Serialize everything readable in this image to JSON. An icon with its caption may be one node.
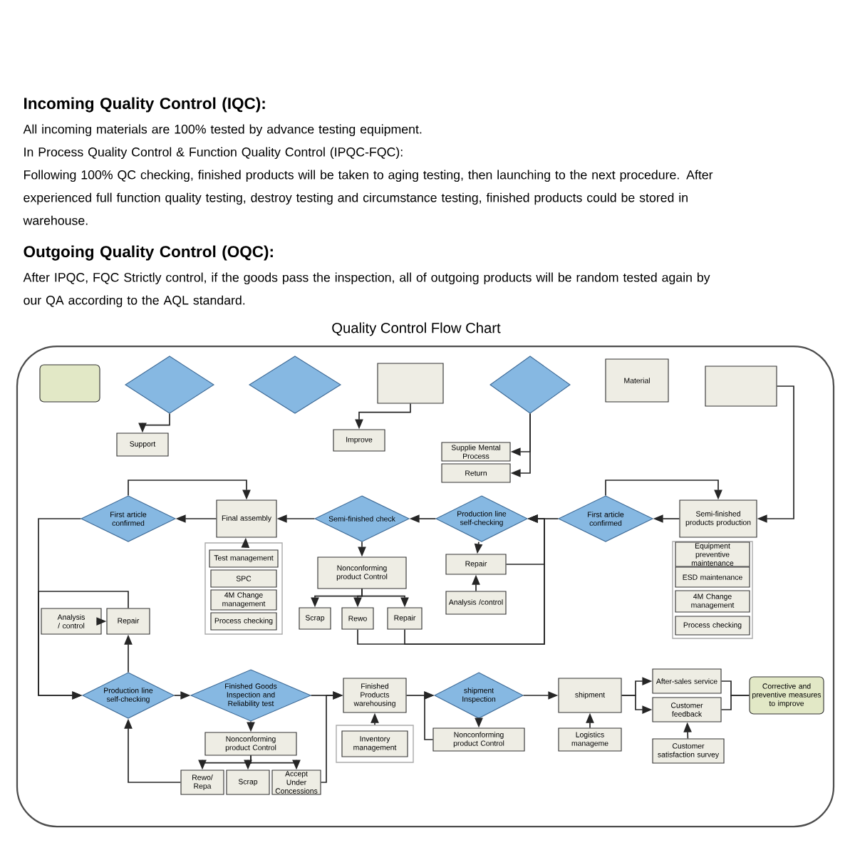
{
  "diagram": {
    "title": "Quality Control Flow Chart",
    "nodes": [
      {
        "text": [],
        "shape": "box"
      },
      {
        "text": [],
        "shape": "diamond"
      },
      {
        "text": [],
        "shape": "diamond"
      },
      {
        "text": [],
        "shape": "box"
      },
      {
        "text": [],
        "shape": "diamond"
      },
      {
        "text": [
          "Material"
        ]
      },
      {
        "text": [],
        "shape": "box"
      },
      {
        "text": [
          "Support"
        ]
      },
      {
        "text": [
          "Improve"
        ]
      },
      {
        "text": [
          "Supplie Mental Process"
        ]
      },
      {
        "text": [
          "Return"
        ]
      },
      {
        "text": [
          "First article confirmed"
        ]
      },
      {
        "text": [
          "Final assembly"
        ]
      },
      {
        "text": [
          "Semi-finished check"
        ]
      },
      {
        "text": [
          "Production line self-checking"
        ]
      },
      {
        "text": [
          "First article confirmed"
        ]
      },
      {
        "text": [
          "Semi-finished products production"
        ]
      },
      {
        "text": [],
        "shape": "box"
      },
      {
        "text": [
          "Test management"
        ],
        "in": 17
      },
      {
        "text": [
          "SPC"
        ],
        "in": 17
      },
      {
        "text": [
          "4M Change management"
        ],
        "in": 17
      },
      {
        "text": [
          "Process checking"
        ],
        "in": 17
      },
      {
        "text": [],
        "shape": "box"
      },
      {
        "text": [
          "Equipment preventive maintenance"
        ],
        "in": 22
      },
      {
        "text": [
          "ESD maintenance"
        ],
        "in": 22
      },
      {
        "text": [
          "4M Change management"
        ],
        "in": 22
      },
      {
        "text": [
          "Process checking"
        ],
        "in": 22
      },
      {
        "text": [
          "Nonconforming product Control"
        ]
      },
      {
        "text": [
          "Scrap"
        ]
      },
      {
        "text": [
          "Rewo"
        ]
      },
      {
        "text": [
          "Repair"
        ]
      },
      {
        "text": [
          "Repair"
        ]
      },
      {
        "text": [
          "Analysis /control"
        ]
      },
      {
        "text": [
          "Analysis / control"
        ]
      },
      {
        "text": [
          "Repair"
        ]
      },
      {
        "text": [
          "Production line self-checking"
        ]
      },
      {
        "text": [
          "Finished Goods Inspection and Reliability test"
        ]
      },
      {
        "text": [
          "Finished Products warehousing"
        ]
      },
      {
        "text": [],
        "shape": "box"
      },
      {
        "text": [
          "Inventory management"
        ],
        "in": 38
      },
      {
        "text": [
          "shipment Inspection"
        ]
      },
      {
        "text": [
          "Nonconforming product Control"
        ]
      },
      {
        "text": [
          "shipment"
        ]
      },
      {
        "text": [
          "Logistics manageme"
        ]
      },
      {
        "text": [
          "After-sales service"
        ]
      },
      {
        "text": [
          "Customer feedback"
        ]
      },
      {
        "text": [
          "Customer satisfaction survey"
        ]
      },
      {
        "text": [
          "Corrective and preventive measures to improve"
        ]
      },
      {
        "text": [
          "Nonconforming product Control"
        ]
      },
      {
        "text": [
          "Rewo/ Repa"
        ]
      },
      {
        "text": [
          "Scrap"
        ]
      },
      {
        "text": [
          "Accept Under Concessions"
        ]
      }
    ],
    "edges": [
      {
        "from": 1,
        "to": 7,
        "arrow": "to"
      },
      {
        "from": 3,
        "to": 8,
        "arrow": "to"
      },
      {
        "from": 4,
        "to": 9,
        "arrow": "to"
      },
      {
        "from": 4,
        "to": 10,
        "arrow": "to"
      },
      {
        "from": 6,
        "to": 16,
        "arrow": "to"
      },
      {
        "from": 16,
        "to": 15,
        "arrow": "to"
      },
      {
        "from": 15,
        "to": 16,
        "arrow": "to"
      },
      {
        "from": 15,
        "to": 14,
        "arrow": "to"
      },
      {
        "from": 14,
        "to": 13,
        "arrow": "to"
      },
      {
        "from": 13,
        "to": 12,
        "arrow": "to"
      },
      {
        "from": 12,
        "to": 11,
        "arrow": "to"
      },
      {
        "from": 11,
        "to": 12,
        "arrow": "to"
      },
      {
        "from": 17,
        "to": 12,
        "arrow": "to"
      },
      {
        "from": 13,
        "to": 27,
        "arrow": "to"
      },
      {
        "from": 27,
        "to": 28,
        "arrow": "to"
      },
      {
        "from": 27,
        "to": 29,
        "arrow": "to"
      },
      {
        "from": 27,
        "to": 30,
        "arrow": "to"
      },
      {
        "from": 29,
        "to": 14,
        "arrow": "to"
      },
      {
        "from": 30,
        "to": 14,
        "arrow": "to"
      },
      {
        "from": 31,
        "to": 14,
        "arrow": "to"
      },
      {
        "from": 14,
        "to": 31,
        "arrow": "to"
      },
      {
        "from": 32,
        "to": 31,
        "arrow": "to"
      },
      {
        "from": 33,
        "to": 34,
        "arrow": "to"
      },
      {
        "from": 34,
        "to": 35,
        "arrow": "to"
      },
      {
        "from": 11,
        "to": 35,
        "arrow": "to"
      },
      {
        "from": 35,
        "to": 34,
        "arrow": "to"
      },
      {
        "from": 49,
        "to": 35,
        "arrow": "to"
      },
      {
        "from": 35,
        "to": 36,
        "arrow": "to"
      },
      {
        "from": 36,
        "to": 48,
        "arrow": "to"
      },
      {
        "from": 48,
        "to": 49,
        "arrow": "to"
      },
      {
        "from": 48,
        "to": 50,
        "arrow": "to"
      },
      {
        "from": 48,
        "to": 51,
        "arrow": "to"
      },
      {
        "from": 36,
        "to": 37,
        "arrow": "to"
      },
      {
        "from": 51,
        "to": 37,
        "arrow": "to"
      },
      {
        "from": 38,
        "to": 37,
        "arrow": "to"
      },
      {
        "from": 37,
        "to": 40,
        "arrow": "to"
      },
      {
        "from": 40,
        "to": 41,
        "arrow": "to"
      },
      {
        "from": 41,
        "to": 40,
        "arrow": "to"
      },
      {
        "from": 40,
        "to": 42,
        "arrow": "to"
      },
      {
        "from": 43,
        "to": 42,
        "arrow": "to"
      },
      {
        "from": 42,
        "to": 44,
        "arrow": "to"
      },
      {
        "from": 42,
        "to": 45,
        "arrow": "to"
      },
      {
        "from": 44,
        "to": 47,
        "arrow": "none"
      },
      {
        "from": 45,
        "to": 47,
        "arrow": "none"
      },
      {
        "from": 46,
        "to": 45,
        "arrow": "to"
      }
    ],
    "labels": [
      "Incoming Quality Control (IQC):",
      "All incoming materials are 100% tested by advance testing equipment.",
      "In Process Quality Control & Function Quality Control (IPQC-FQC):",
      "Following 100% QC checking, finished products will be taken to aging testing, then launching to the next procedure. After experienced full function quality testing, destroy testing and circumstance testing, finished products could be stored in warehouse.",
      "Outgoing Quality Control (OQC):",
      "After IPQC, FQC Strictly control, if the goods pass the inspection, all of outgoing products will be random tested again by our QA according to the AQL standard."
    ]
  }
}
